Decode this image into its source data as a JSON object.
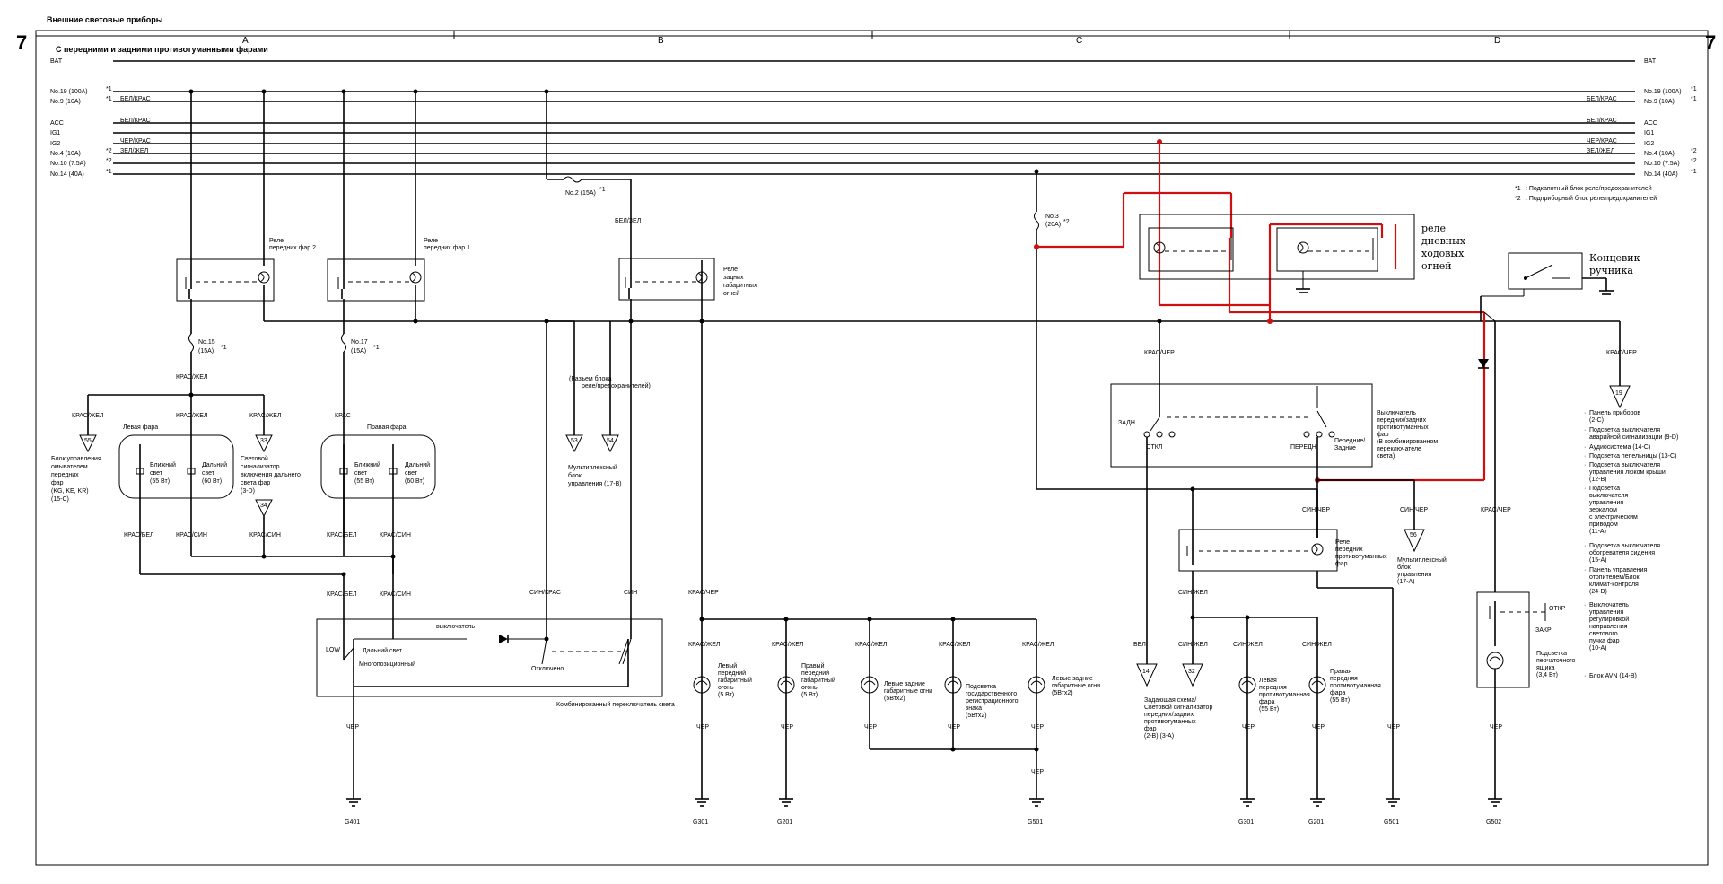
{
  "header": {
    "title": "Внешние световые приборы",
    "page_num": "7"
  },
  "subtitle": "С передними и задними противотуманными фарами",
  "columns": [
    "A",
    "B",
    "C",
    "D"
  ],
  "bus_left": [
    {
      "name": "BAT",
      "wire": ""
    },
    {
      "name": "No.19 (100A)",
      "wire": "",
      "note": "*1"
    },
    {
      "name": "No.9 (10A)",
      "wire": "БЕЛ/КРАС",
      "note": "*1"
    },
    {
      "name": "ACC",
      "wire": "БЕЛ/КРАС"
    },
    {
      "name": "IG1",
      "wire": ""
    },
    {
      "name": "IG2",
      "wire": "ЧЕР/КРАС"
    },
    {
      "name": "No.4 (10A)",
      "wire": "ЗЕЛ/ЖЕЛ",
      "note": "*2"
    },
    {
      "name": "No.10 (7.5A)",
      "wire": "",
      "note": "*2"
    },
    {
      "name": "No.14 (40A)",
      "wire": "",
      "note": "*1"
    }
  ],
  "bus_right": [
    {
      "name": "BAT",
      "wire": ""
    },
    {
      "name": "No.19 (100A)",
      "wire": "",
      "note": "*1"
    },
    {
      "name": "No.9 (10A)",
      "wire": "БЕЛ/КРАС",
      "note": "*1"
    },
    {
      "name": "ACC",
      "wire": "БЕЛ/КРАС"
    },
    {
      "name": "IG1",
      "wire": ""
    },
    {
      "name": "IG2",
      "wire": "ЧЕР/КРАС"
    },
    {
      "name": "No.4 (10A)",
      "wire": "ЗЕЛ/ЖЕЛ",
      "note": "*2"
    },
    {
      "name": "No.10 (7.5A)",
      "wire": "",
      "note": "*2"
    },
    {
      "name": "No.14 (40A)",
      "wire": "",
      "note": "*1"
    }
  ],
  "notes": [
    {
      "mark": "*1",
      "text": ": Подкапотный блок реле/предохранителей"
    },
    {
      "mark": "*2",
      "text": ": Подприборный блок реле/предохранителей"
    }
  ],
  "fuses": {
    "f2": {
      "name": "No.2 (15A)",
      "note": "*1"
    },
    "f3_name": "No.3",
    "f3_rating": "(20A)",
    "f3_note": "*2",
    "f15_name": "No.15",
    "f15_rating": "(15A)",
    "f15_note": "*1",
    "f17_name": "No.17",
    "f17_rating": "(15A)",
    "f17_note": "*1"
  },
  "relays": {
    "hl2": [
      "Реле",
      "передних фар 2"
    ],
    "hl1": [
      "Реле",
      "передних фар 1"
    ],
    "tail": [
      "Реле",
      "задних",
      "габаритных",
      "огней"
    ],
    "fogf": [
      "Реле",
      "передних",
      "противотуманных",
      "фар"
    ]
  },
  "annotations": {
    "drl": [
      "реле",
      "дневных",
      "ходовых",
      "огней"
    ],
    "brake": [
      "Концевик",
      "ручника"
    ]
  },
  "wires": {
    "bel_zel": "БЕЛ/ЗЕЛ",
    "kras_zhel": "КРАС/ЖЕЛ",
    "kras": "КРАС",
    "kras_bel": "КРАС/БЕЛ",
    "kras_sin": "КРАС/СИН",
    "sin_kras": "СИН/КРАС",
    "sin": "СИН",
    "kras_cher": "КРАС/ЧЕР",
    "cher": "ЧЕР",
    "sin_cher": "СИН/ЧЕР",
    "sin_zhel": "СИН/ЖЕЛ",
    "bel": "БЕЛ"
  },
  "connector_label": [
    "(Разъем блока",
    "реле/предохранителей)"
  ],
  "multiplex_b": [
    "Мультиплексный",
    "блок",
    "управления (17-B)"
  ],
  "multiplex_a": [
    "Мультиплексный",
    "блок",
    "управления",
    "(17-A)"
  ],
  "left_lamp": {
    "title": "Левая фара",
    "low": [
      "Ближний",
      "свет",
      "(55 Вт)"
    ],
    "high": [
      "Дальний",
      "свет",
      "(60 Вт)"
    ]
  },
  "right_lamp": {
    "title": "Правая фара",
    "low": [
      "Ближний",
      "свет",
      "(55 Вт)"
    ],
    "high": [
      "Дальний",
      "свет",
      "(60 Вт)"
    ]
  },
  "washer": [
    "Блок управления",
    "омывателем",
    "передних",
    "фар",
    "(KG, KE, KR)",
    "(15-C)"
  ],
  "hb_indicator": [
    "Световой",
    "сигнализатор",
    "включения дальнего",
    "света фар",
    "(3-D)"
  ],
  "combo_switch": {
    "title": "Комбинированный переключатель света",
    "low": "LOW",
    "high": "Дальний свет",
    "multi": "Многопозиционный",
    "switch": "выключатель",
    "off": "Отключено"
  },
  "fog_switch": {
    "title": [
      "Выключатель",
      "передних/задних",
      "противотуманных",
      "фар",
      "(В комбинированном",
      "переключателе",
      "света)"
    ],
    "rear": "ЗАДН",
    "front": "ПЕРЕДН",
    "off": "ОТКЛ",
    "both": [
      "Передние/",
      "Задние"
    ]
  },
  "lamps_bottom": [
    [
      "Левый",
      "передний",
      "габаритный",
      "огонь",
      "(5 Вт)"
    ],
    [
      "Правый",
      "передний",
      "габаритный",
      "огонь",
      "(5 Вт)"
    ],
    [
      "Левые задние",
      "габаритные огни",
      "(5Втх2)"
    ],
    [
      "Подсветка",
      "государственного",
      "регистрационного",
      "знака",
      "(5Втх2)"
    ],
    [
      "Левые задние",
      "габаритные огни",
      "(5Втх2)"
    ]
  ],
  "fog_lamps": [
    [
      "Левая",
      "передняя",
      "противотуманная",
      "фара",
      "(55 Вт)"
    ],
    [
      "Правая",
      "передняя",
      "противотуманная",
      "фара",
      "(55 Вт)"
    ]
  ],
  "rear_fog_ref": [
    "Задающая схема/",
    "Световой сигнализатор",
    "передних/задних",
    "противотуманных",
    "фар",
    "(2-B) (3-A)"
  ],
  "glovebox": {
    "open": "ОТКР",
    "close": "ЗАКР",
    "label": [
      "Подсветка",
      "перчаточного",
      "ящика",
      "(3,4 Вт)"
    ]
  },
  "grounds": [
    "G401",
    "G301",
    "G201",
    "G501",
    "G301",
    "G201",
    "G501",
    "G502"
  ],
  "refs": [
    "55",
    "33",
    "34",
    "53",
    "54",
    "19",
    "56",
    "14",
    "32"
  ],
  "right_list": [
    [
      "Панель приборов",
      "(2-C)"
    ],
    [
      "Подсветка выключателя",
      "аварийной сигнализации (9-D)"
    ],
    [
      "Аудиосистема (14-C)"
    ],
    [
      "Подсветка пепельницы (13-C)"
    ],
    [
      "Подсветка выключателя",
      "управления люком крыши",
      "(12-B)"
    ],
    [
      "Подсветка",
      "выключателя",
      "управления",
      "зеркалом",
      "с электрическим",
      "приводом",
      "(11-A)"
    ],
    [
      "Подсветка выключателя",
      "обогревателя сидения",
      "(15-A)"
    ],
    [
      "Панель управления",
      "отопителем/Блок",
      "климат-контроля",
      "(24-D)"
    ],
    [
      "Выключатель",
      "управления",
      "регулировкой",
      "направления",
      "светового",
      "пучка фар",
      "(10-A)"
    ],
    [
      "Блок AVN (14-B)"
    ]
  ]
}
